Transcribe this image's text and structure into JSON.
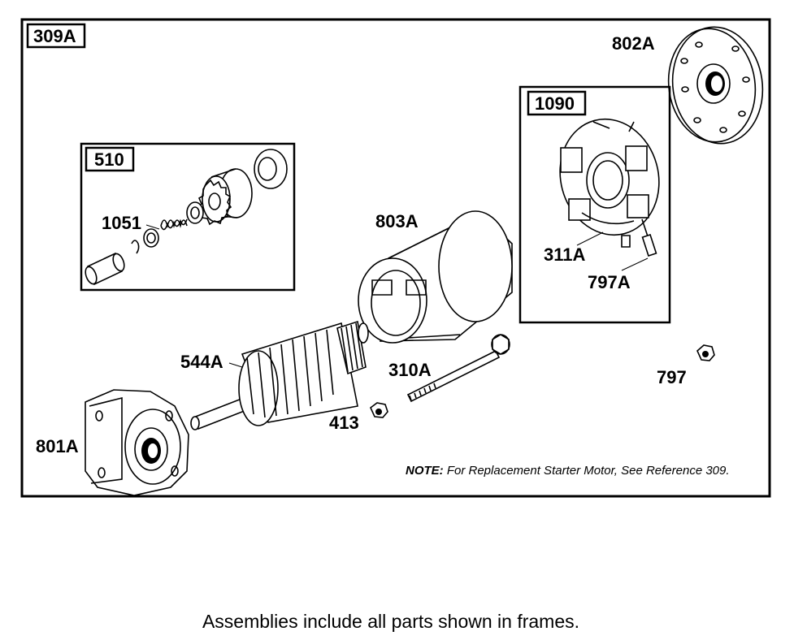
{
  "frames": {
    "main": {
      "label": "309A"
    },
    "drive": {
      "label": "510"
    },
    "brush": {
      "label": "1090"
    }
  },
  "callouts": {
    "p802A": "802A",
    "p1051": "1051",
    "p803A": "803A",
    "p311A": "311A",
    "p797A": "797A",
    "p544A": "544A",
    "p310A": "310A",
    "p797": "797",
    "p413": "413",
    "p801A": "801A"
  },
  "note": {
    "prefix": "NOTE:",
    "text": "For Replacement Starter Motor, See Reference 309."
  },
  "caption": "Assemblies include all parts shown in frames."
}
